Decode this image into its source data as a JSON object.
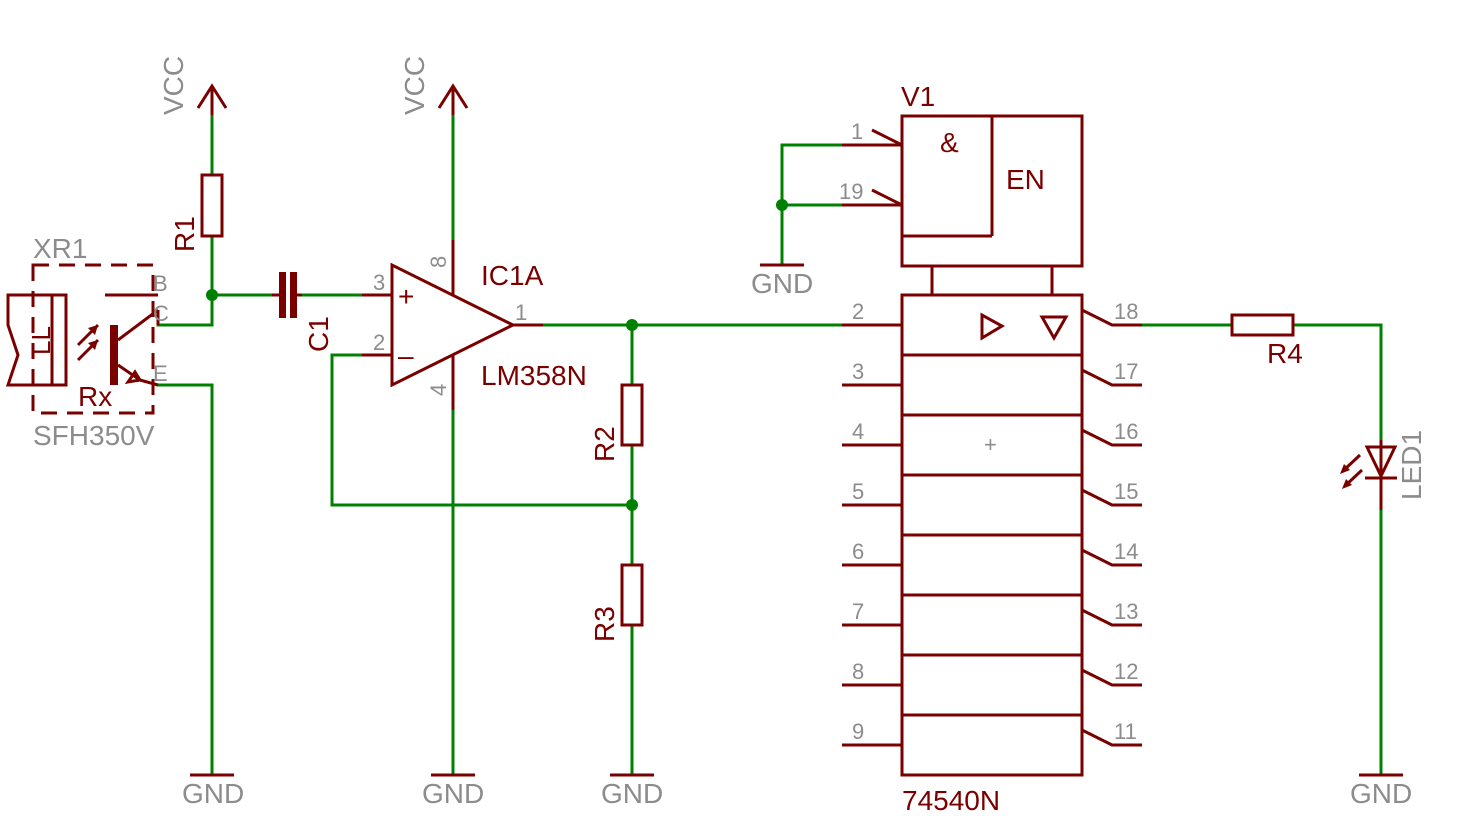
{
  "supply": {
    "vcc": "VCC",
    "gnd": "GND"
  },
  "sensor": {
    "connector_name": "XR1",
    "part": "SFH350V",
    "transistor": "Rx",
    "pin_b": "B",
    "pin_c": "C",
    "pin_e": "E",
    "glyph": "LL"
  },
  "resistors": {
    "r1": "R1",
    "r2": "R2",
    "r3": "R3",
    "r4": "R4"
  },
  "capacitor": {
    "c1": "C1"
  },
  "opamp": {
    "name": "IC1A",
    "part": "LM358N",
    "pin_plus": "3",
    "pin_minus": "2",
    "pin_out": "1",
    "pin_vcc": "8",
    "pin_gnd": "4",
    "plus_sign": "+",
    "minus_sign": "–"
  },
  "buffer": {
    "gate_name": "V1",
    "part": "74540N",
    "and_label": "&",
    "en_label": "EN",
    "enable_pins": [
      "1",
      "19"
    ],
    "input_pins": [
      "2",
      "3",
      "4",
      "5",
      "6",
      "7",
      "8",
      "9"
    ],
    "output_pins": [
      "18",
      "17",
      "16",
      "15",
      "14",
      "13",
      "12",
      "11"
    ],
    "center_mark": "+"
  },
  "led": {
    "name": "LED1"
  }
}
